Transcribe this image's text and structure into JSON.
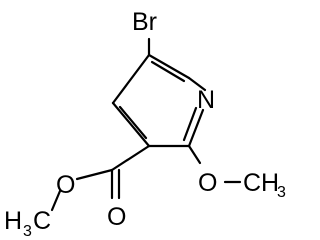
{
  "molecule": {
    "atoms": {
      "br": "Br",
      "n": "N",
      "o_ester_single": "O",
      "o_carbonyl": "O",
      "o_methoxy": "O",
      "ch3_methoxy": "CH",
      "ch3_methoxy_sub": "3",
      "ch3_ester_h": "H",
      "ch3_ester_sub": "3",
      "ch3_ester_c": "C"
    }
  }
}
